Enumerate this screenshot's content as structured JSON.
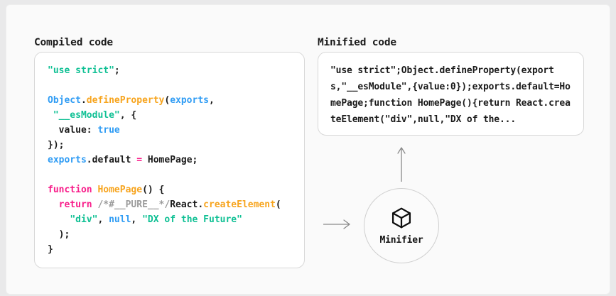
{
  "diagram": {
    "title_left": "Compiled code",
    "title_right": "Minified code",
    "node": {
      "label": "Minifier",
      "icon": "cube-icon"
    },
    "arrows": {
      "input_arrow": "→",
      "output_arrow": "↑"
    },
    "colors": {
      "page_background": "#e9e9ea",
      "frame_background": "#fafafa",
      "panel_background": "#ffffff",
      "panel_border": "#d8d8d8",
      "string": "#0fc094",
      "keyword": "#f81d8a",
      "identifier_blue": "#2f9cf4",
      "function_orange": "#f7a41d",
      "comment": "#9b9b9b",
      "text": "#1b1b1b"
    }
  },
  "compiled_code": {
    "lines": [
      [
        {
          "t": "\"use strict\"",
          "c": "str"
        },
        {
          "t": ";",
          "c": "plain"
        }
      ],
      [],
      [
        {
          "t": "Object",
          "c": "blue"
        },
        {
          "t": ".",
          "c": "plain"
        },
        {
          "t": "defineProperty",
          "c": "func"
        },
        {
          "t": "(",
          "c": "plain"
        },
        {
          "t": "exports",
          "c": "blue"
        },
        {
          "t": ",",
          "c": "plain"
        }
      ],
      [
        {
          "t": " ",
          "c": "plain"
        },
        {
          "t": "\"__esModule\"",
          "c": "str"
        },
        {
          "t": ", {",
          "c": "plain"
        }
      ],
      [
        {
          "t": "  value: ",
          "c": "plain"
        },
        {
          "t": "true",
          "c": "blue"
        }
      ],
      [
        {
          "t": "});",
          "c": "plain"
        }
      ],
      [
        {
          "t": "exports",
          "c": "blue"
        },
        {
          "t": ".default ",
          "c": "plain"
        },
        {
          "t": "=",
          "c": "key"
        },
        {
          "t": " HomePage;",
          "c": "plain"
        }
      ],
      [],
      [
        {
          "t": "function",
          "c": "key"
        },
        {
          "t": " ",
          "c": "plain"
        },
        {
          "t": "HomePage",
          "c": "func"
        },
        {
          "t": "() {",
          "c": "plain"
        }
      ],
      [
        {
          "t": "  ",
          "c": "plain"
        },
        {
          "t": "return",
          "c": "key"
        },
        {
          "t": " ",
          "c": "plain"
        },
        {
          "t": "/*#__PURE__*/",
          "c": "cmt"
        },
        {
          "t": "React",
          "c": "plain"
        },
        {
          "t": ".",
          "c": "plain"
        },
        {
          "t": "createElement",
          "c": "func"
        },
        {
          "t": "(",
          "c": "plain"
        }
      ],
      [
        {
          "t": "    ",
          "c": "plain"
        },
        {
          "t": "\"div\"",
          "c": "str"
        },
        {
          "t": ", ",
          "c": "plain"
        },
        {
          "t": "null",
          "c": "blue"
        },
        {
          "t": ", ",
          "c": "plain"
        },
        {
          "t": "\"DX of the Future\"",
          "c": "str"
        }
      ],
      [
        {
          "t": "  );",
          "c": "plain"
        }
      ],
      [
        {
          "t": "}",
          "c": "plain"
        }
      ]
    ]
  },
  "minified_code": {
    "text": "\"use strict\";Object.defineProperty(exports,\"__esModule\",{value:0});exports.default=HomePage;function HomePage(){return React.createElement(\"div\",null,\"DX of the..."
  }
}
